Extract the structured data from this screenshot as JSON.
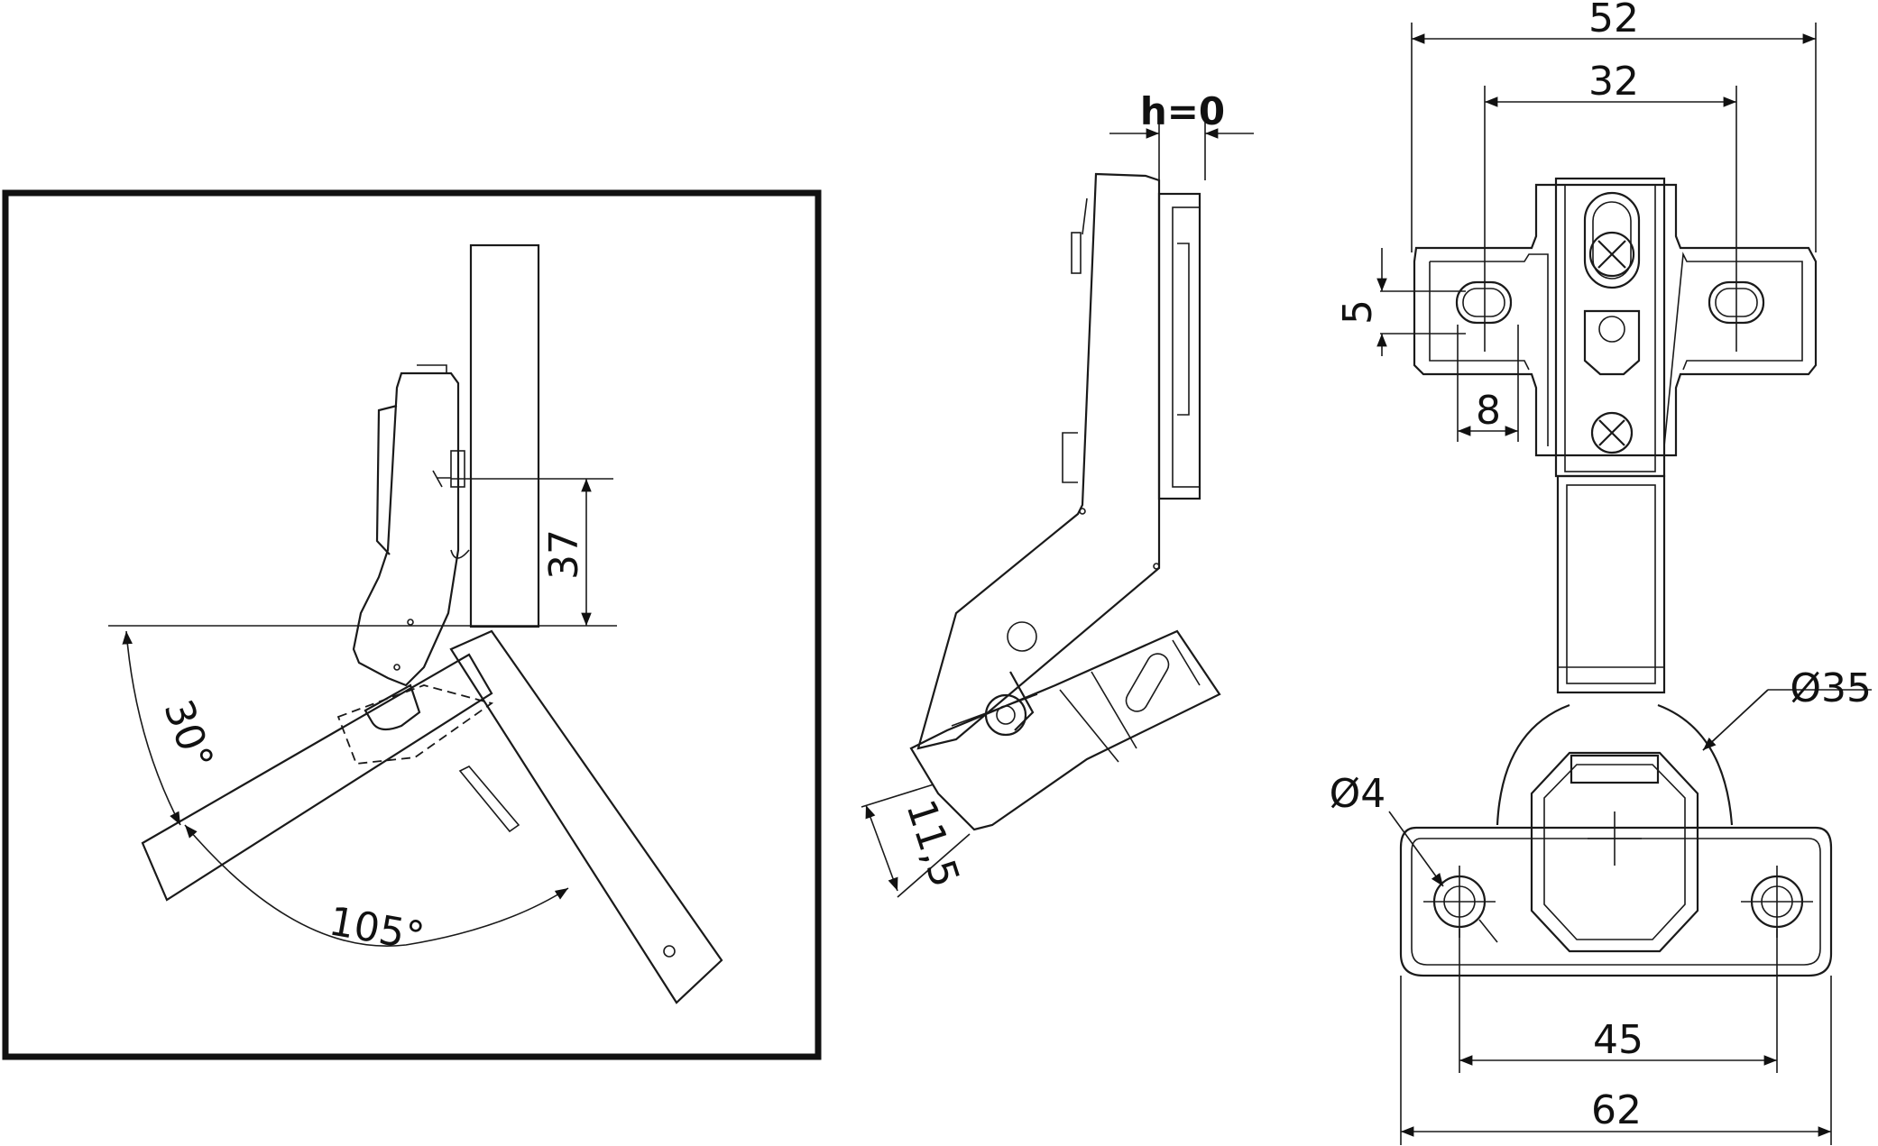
{
  "left_view": {
    "dim_depth": "37",
    "angle_small": "30°",
    "angle_large": "105°"
  },
  "middle_view": {
    "overlay_label": "h=0",
    "cup_offset": "11,5"
  },
  "right_view": {
    "width_outer": "52",
    "width_inner": "32",
    "slot_height": "5",
    "slot_length": "8",
    "cup_diameter": "Ø35",
    "hole_diameter": "Ø4",
    "hole_spacing": "45",
    "plate_width": "62"
  },
  "colors": {
    "ink": "#1a1a1a",
    "background": "#ffffff"
  }
}
